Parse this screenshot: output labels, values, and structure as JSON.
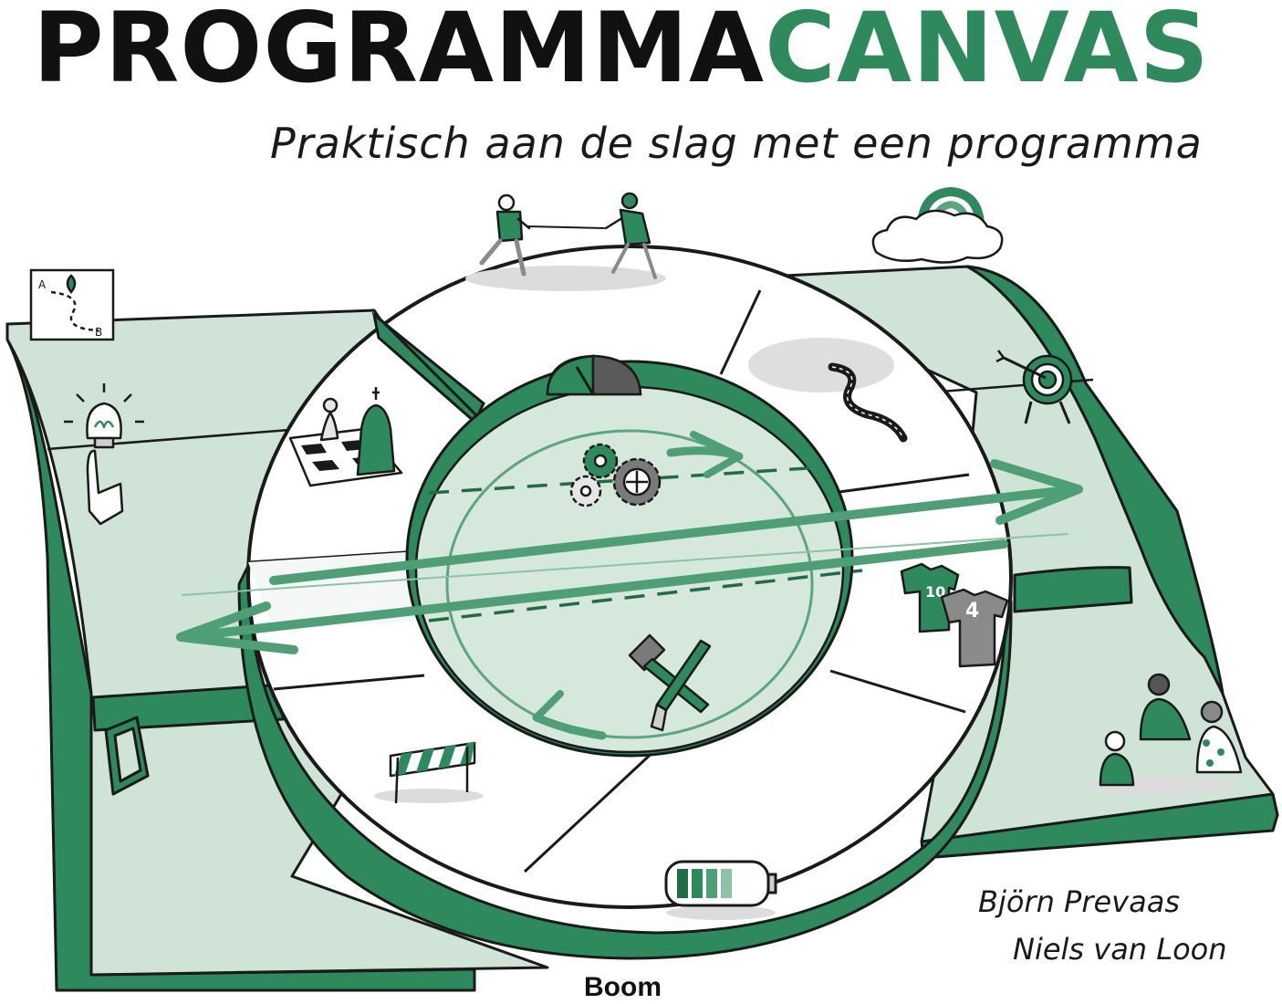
{
  "cover": {
    "title_part1": "PROGRAMMA",
    "title_part2": "CANVAS",
    "subtitle": "Praktisch aan de slag met een programma",
    "authors": [
      "Björn Prevaas",
      "Niels van Loon"
    ],
    "publisher": "Boom"
  },
  "illustration": {
    "map_labels": [
      "A",
      "B"
    ],
    "shirt_numbers": [
      "10",
      "4"
    ]
  },
  "colors": {
    "brand_green": "#2e8a5c",
    "dark_green": "#236b45",
    "pale_green": "#cfe3d6",
    "ink": "#1a1a1a"
  },
  "icons": [
    "route-map-icon",
    "lightbulb-hand-icon",
    "picture-frame-icon",
    "tug-of-war-icon",
    "chess-icon",
    "speedometer-icon",
    "gears-icon",
    "hammer-chisel-icon",
    "barrier-icon",
    "battery-icon",
    "winding-road-icon",
    "jerseys-icon",
    "cloud-rainbow-icon",
    "target-arrow-icon",
    "stakeholders-icon"
  ]
}
